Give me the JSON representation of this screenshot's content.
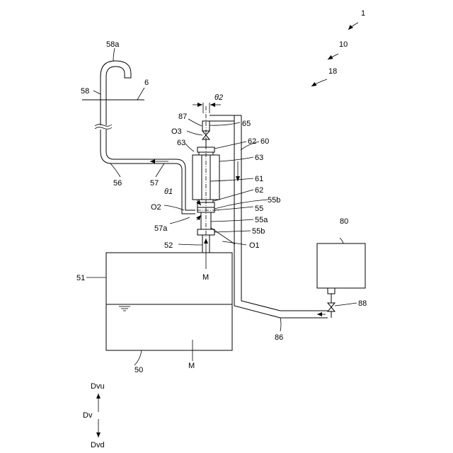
{
  "labels": {
    "system": "1",
    "sub10": "10",
    "sub18": "18",
    "pipe_top": "58a",
    "pipe_58": "58",
    "level_6": "6",
    "theta2": "θ2",
    "l87": "87",
    "l65": "65",
    "o3": "O3",
    "l62_top": "62",
    "l60": "60",
    "l63_left": "63",
    "l63_right": "63",
    "l61": "61",
    "l62_mid": "62",
    "theta1": "θ1",
    "l55b_top": "55b",
    "l55": "55",
    "o2": "O2",
    "l55a": "55a",
    "l57a": "57a",
    "l55b_bot": "55b",
    "l52": "52",
    "o1": "O1",
    "l56": "56",
    "l57": "57",
    "l51": "51",
    "m_top": "M",
    "m_bottom": "M",
    "l50": "50",
    "l80": "80",
    "l88": "88",
    "l86": "86",
    "dvu": "Dvu",
    "dv": "Dv",
    "dvd": "Dvd"
  }
}
